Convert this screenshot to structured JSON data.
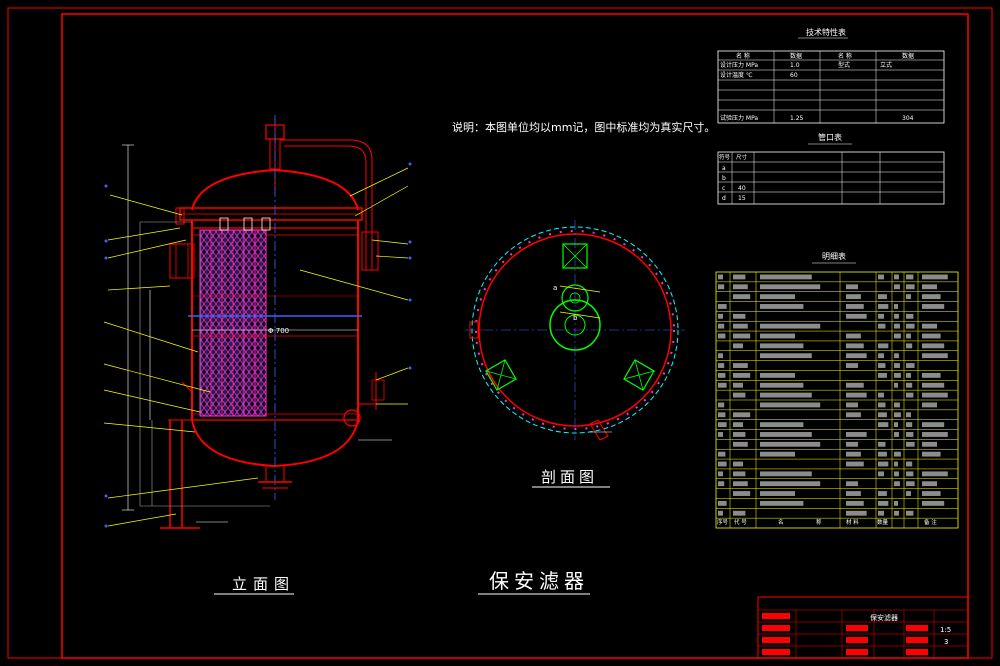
{
  "note": "说明：本图单位均以mm记，图中标准均为真实尺寸。",
  "title": "保安滤器",
  "views": {
    "elevation": "立面图",
    "section": "剖面图"
  },
  "specs_table": {
    "title": "技术特性表",
    "header": [
      "名 称",
      "数据",
      "名 称",
      "数据"
    ],
    "rows": [
      [
        "设计压力 MPa",
        "1.0",
        "型式",
        "立式"
      ],
      [
        "设计温度 ℃",
        "60",
        "",
        ""
      ],
      [
        "",
        "",
        "",
        ""
      ],
      [
        "",
        "",
        "",
        ""
      ],
      [
        "试验压力 MPa",
        "1.25",
        "",
        "304"
      ]
    ]
  },
  "nozzle_table": {
    "title": "管口表",
    "header": [
      "符号",
      "尺寸",
      "",
      ""
    ],
    "rows": [
      [
        "a",
        "",
        "",
        ""
      ],
      [
        "b",
        "",
        "",
        ""
      ],
      [
        "c",
        "40",
        "",
        ""
      ],
      [
        "d",
        "15",
        "",
        ""
      ]
    ]
  },
  "parts_table": {
    "title": "明细表",
    "footer": [
      "序号",
      "代 号",
      "名",
      "称",
      "材 料",
      "数量",
      "",
      "备 注"
    ]
  },
  "title_block": {
    "drawing_name": "保安滤器",
    "scale": "1:5",
    "sheet": "3"
  },
  "dimension_labels": {
    "phi700": "Φ 700"
  },
  "section_letters": {
    "a": "a",
    "b": "b"
  },
  "colors": {
    "frame": "#ff0000",
    "vessel": "#ff0000",
    "table": "#ffff00",
    "dims": "#ffffff",
    "center": "#0066ff",
    "green": "#00ff00",
    "magenta": "#ff00ff",
    "cyan": "#00ffff"
  }
}
